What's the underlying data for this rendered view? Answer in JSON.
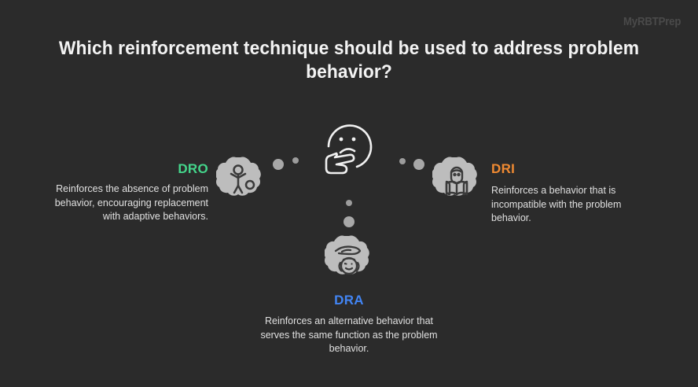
{
  "watermark": {
    "text": "MyRBTPrep"
  },
  "title": {
    "text": "Which reinforcement technique should be used to address problem behavior?"
  },
  "center": {
    "icon": "thinking-face-icon"
  },
  "colors": {
    "background": "#2b2b2b",
    "title": "#f3f3f3",
    "body_text": "#e0e0e0",
    "watermark": "#4a4a4a",
    "blob": "#bdbdbd",
    "dro": "#44d68b",
    "dri": "#f08a32",
    "dra": "#4285f4",
    "dot": "#a8a8a8"
  },
  "branches": [
    {
      "key": "dro",
      "label": "DRO",
      "description": "Reinforces the absence of problem behavior, encouraging replacement with adaptive behaviors.",
      "icon": "person-raised-arms-icon",
      "color": "#44d68b"
    },
    {
      "key": "dri",
      "label": "DRI",
      "description": "Reinforces a behavior that is incompatible with the problem behavior.",
      "icon": "person-reading-book-icon",
      "color": "#f08a32"
    },
    {
      "key": "dra",
      "label": "DRA",
      "description": "Reinforces an alternative behavior that serves the same function as the problem behavior.",
      "icon": "face-with-hands-icon",
      "color": "#4285f4"
    }
  ]
}
